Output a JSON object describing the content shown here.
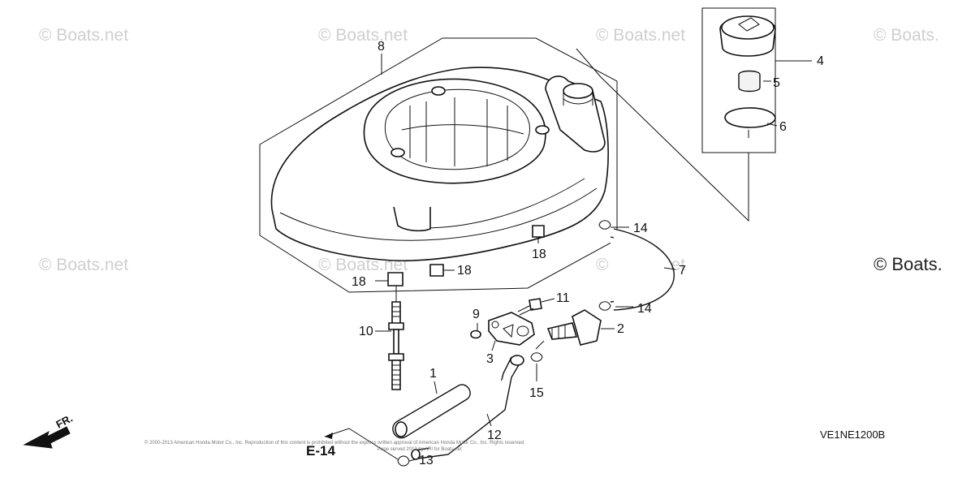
{
  "watermarks": [
    "© Boats.net",
    "© Boats.net",
    "© Boats.net",
    "© Boats.",
    "© Boats.net",
    "© Boats.net",
    "© Boats.net"
  ],
  "watermark_right": "© Boats.",
  "callouts": {
    "p1": "1",
    "p2": "2",
    "p3": "3",
    "p4": "4",
    "p5": "5",
    "p6": "6",
    "p7": "7",
    "p8": "8",
    "p9": "9",
    "p10": "10",
    "p11": "11",
    "p12": "12",
    "p13": "13",
    "p14a": "14",
    "p14b": "14",
    "p15": "15",
    "p18a": "18",
    "p18b": "18",
    "p18c": "18"
  },
  "page_reference": "E-14",
  "direction_label": "FR.",
  "diagram_code": "VE1NE1200B",
  "copyright_line1": "© 2000-2013 American Honda Motor Co., Inc. Reproduction of this content is prohibited without the express written approval of American Honda Motor Co., Inc. Rights reserved.",
  "copyright_line2": "Page served 2013 by ARI for Boats.net"
}
